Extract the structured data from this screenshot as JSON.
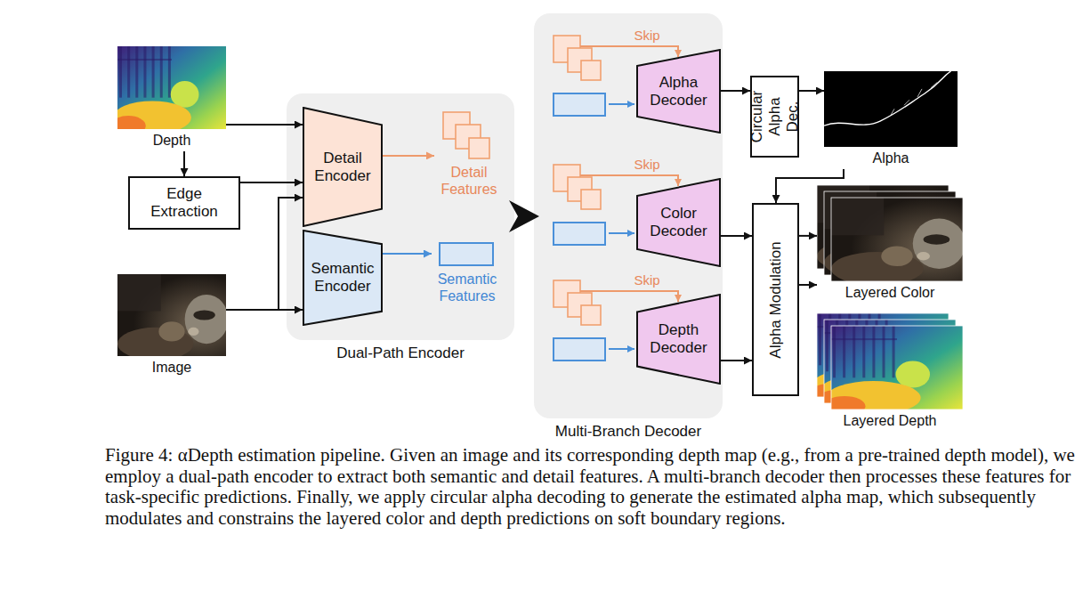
{
  "diagram": {
    "caption": "Figure 4: αDepth estimation pipeline. Given an image and its corresponding depth map (e.g., from a pre-trained depth model), we employ a dual-path encoder to extract both semantic and detail features. A multi-branch decoder then processes these features for task-specific predictions. Finally, we apply circular alpha decoding to generate the estimated alpha map, which subsequently modulates and constrains the layered color and depth predictions on soft boundary regions.",
    "nodes": [
      {
        "text": [
          "Depth"
        ]
      },
      {
        "text": [
          "Edge Extraction"
        ]
      },
      {
        "text": [
          "Image"
        ]
      },
      {
        "text": [
          "Dual-Path Encoder"
        ]
      },
      {
        "text": [
          "Detail Encoder"
        ],
        "in": 3
      },
      {
        "text": [
          "Detail Features"
        ],
        "in": 3
      },
      {
        "text": [
          "Semantic Encoder"
        ],
        "in": 3
      },
      {
        "text": [
          "Semantic Features"
        ],
        "in": 3
      },
      {
        "text": [
          "Multi-Branch Decoder"
        ]
      },
      {
        "text": [
          "Alpha Decoder"
        ],
        "in": 8
      },
      {
        "text": [
          "Color Decoder"
        ],
        "in": 8
      },
      {
        "text": [
          "Depth Decoder"
        ],
        "in": 8
      },
      {
        "text": [
          "Circular Alpha Dec."
        ]
      },
      {
        "text": [
          "Alpha"
        ]
      },
      {
        "text": [
          "Alpha Modulation"
        ]
      },
      {
        "text": [
          "Layered Color"
        ]
      },
      {
        "text": [
          "Layered Depth"
        ]
      }
    ],
    "edges": [
      {
        "from": 0,
        "to": 1,
        "arrow": "to"
      },
      {
        "from": 0,
        "to": 4,
        "arrow": "to"
      },
      {
        "from": 1,
        "to": 4,
        "arrow": "to"
      },
      {
        "from": 2,
        "to": 4,
        "arrow": "to"
      },
      {
        "from": 2,
        "to": 6,
        "arrow": "to"
      },
      {
        "from": 4,
        "to": 5,
        "arrow": "to"
      },
      {
        "from": 6,
        "to": 7,
        "arrow": "to"
      },
      {
        "from": 3,
        "to": 8,
        "arrow": "to"
      },
      {
        "from": 9,
        "to": 12,
        "arrow": "to"
      },
      {
        "from": 12,
        "to": 13,
        "arrow": "to"
      },
      {
        "from": 13,
        "to": 14,
        "arrow": "to"
      },
      {
        "from": 10,
        "to": 14,
        "arrow": "to"
      },
      {
        "from": 11,
        "to": 14,
        "arrow": "to"
      },
      {
        "from": 14,
        "to": 15,
        "arrow": "to"
      },
      {
        "from": 14,
        "to": 16,
        "arrow": "to"
      }
    ],
    "labels": [
      "Skip",
      "Skip",
      "Skip"
    ]
  }
}
